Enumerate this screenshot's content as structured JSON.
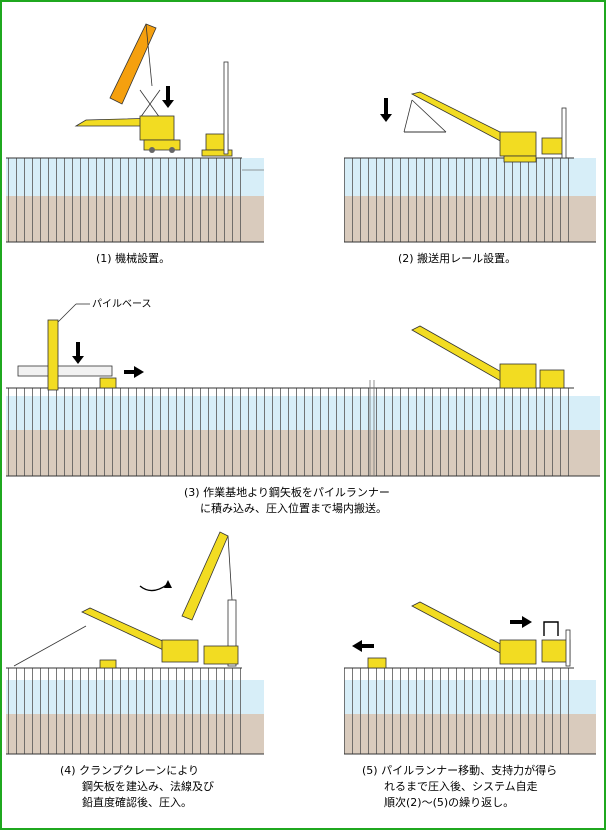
{
  "colors": {
    "border": "#1fa81f",
    "water": "#d7eef8",
    "soil": "#d9cbbd",
    "crane": "#f2dc22",
    "boom_lift": "#f5a00f",
    "pile_line": "#555555",
    "arrow": "#000000"
  },
  "steps": [
    {
      "label": "(1)  機械設置。"
    },
    {
      "label": "(2)  搬送用レール設置。"
    },
    {
      "label_line1": "(3)   作業基地より鋼矢板をパイルランナー",
      "label_line2": "に積み込み、圧入位置まで場内搬送。",
      "callout": "パイルベース"
    },
    {
      "label_line1": "(4)   クランプクレーンにより",
      "label_line2": "鋼矢板を建込み、法線及び",
      "label_line3": "鉛直度確認後、圧入。"
    },
    {
      "label_line1": "(5)   パイルランナー移動、支持力が得ら",
      "label_line2": "れるまで圧入後、システム自走",
      "label_line3": "順次(2)～(5)の繰り返し。"
    }
  ]
}
